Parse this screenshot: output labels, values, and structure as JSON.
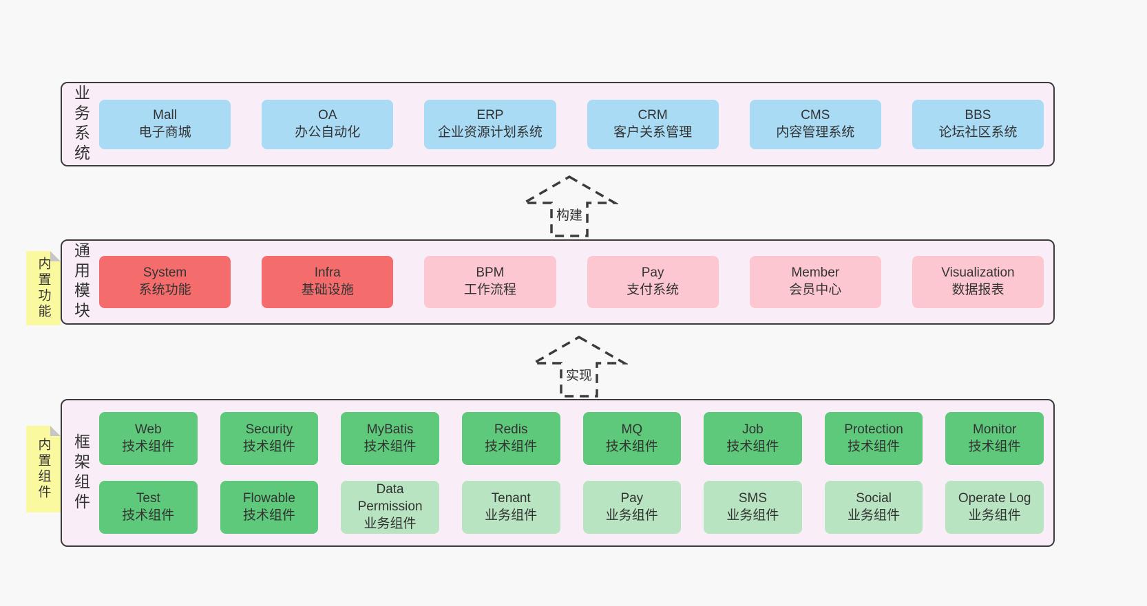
{
  "diagram": {
    "arrows": {
      "build": "构建",
      "implement": "实现"
    },
    "tags": {
      "features": "内置功能",
      "components": "内置组件"
    },
    "layers": {
      "business": {
        "side_label": "业务系统",
        "boxes": [
          {
            "title": "Mall",
            "subtitle": "电子商城"
          },
          {
            "title": "OA",
            "subtitle": "办公自动化"
          },
          {
            "title": "ERP",
            "subtitle": "企业资源计划系统"
          },
          {
            "title": "CRM",
            "subtitle": "客户关系管理"
          },
          {
            "title": "CMS",
            "subtitle": "内容管理系统"
          },
          {
            "title": "BBS",
            "subtitle": "论坛社区系统"
          }
        ]
      },
      "modules": {
        "side_label": "通用模块",
        "boxes": [
          {
            "title": "System",
            "subtitle": "系统功能"
          },
          {
            "title": "Infra",
            "subtitle": "基础设施"
          },
          {
            "title": "BPM",
            "subtitle": "工作流程"
          },
          {
            "title": "Pay",
            "subtitle": "支付系统"
          },
          {
            "title": "Member",
            "subtitle": "会员中心"
          },
          {
            "title": "Visualization",
            "subtitle": "数据报表"
          }
        ]
      },
      "components": {
        "side_label": "框架组件",
        "boxes": [
          {
            "title": "Web",
            "subtitle": "技术组件"
          },
          {
            "title": "Security",
            "subtitle": "技术组件"
          },
          {
            "title": "MyBatis",
            "subtitle": "技术组件"
          },
          {
            "title": "Redis",
            "subtitle": "技术组件"
          },
          {
            "title": "MQ",
            "subtitle": "技术组件"
          },
          {
            "title": "Job",
            "subtitle": "技术组件"
          },
          {
            "title": "Protection",
            "subtitle": "技术组件"
          },
          {
            "title": "Monitor",
            "subtitle": "技术组件"
          },
          {
            "title": "Test",
            "subtitle": "技术组件"
          },
          {
            "title": "Flowable",
            "subtitle": "技术组件"
          },
          {
            "title": "Data Permission",
            "subtitle": "业务组件"
          },
          {
            "title": "Tenant",
            "subtitle": "业务组件"
          },
          {
            "title": "Pay",
            "subtitle": "业务组件"
          },
          {
            "title": "SMS",
            "subtitle": "业务组件"
          },
          {
            "title": "Social",
            "subtitle": "业务组件"
          },
          {
            "title": "Operate Log",
            "subtitle": "业务组件"
          }
        ]
      }
    },
    "colors": {
      "page_bg": "#f8f8f8",
      "layer_bg": "#f9eef8",
      "layer_border": "#3b3b3b",
      "box_blue": "#a9dbf5",
      "box_red": "#f56c6c",
      "box_pink": "#fcc7d0",
      "box_green": "#5ec97b",
      "box_green_light": "#b8e4c2",
      "tag_yellow": "#fbf9a0",
      "tag_fold": "#c6c6c6",
      "text": "#333333"
    }
  }
}
